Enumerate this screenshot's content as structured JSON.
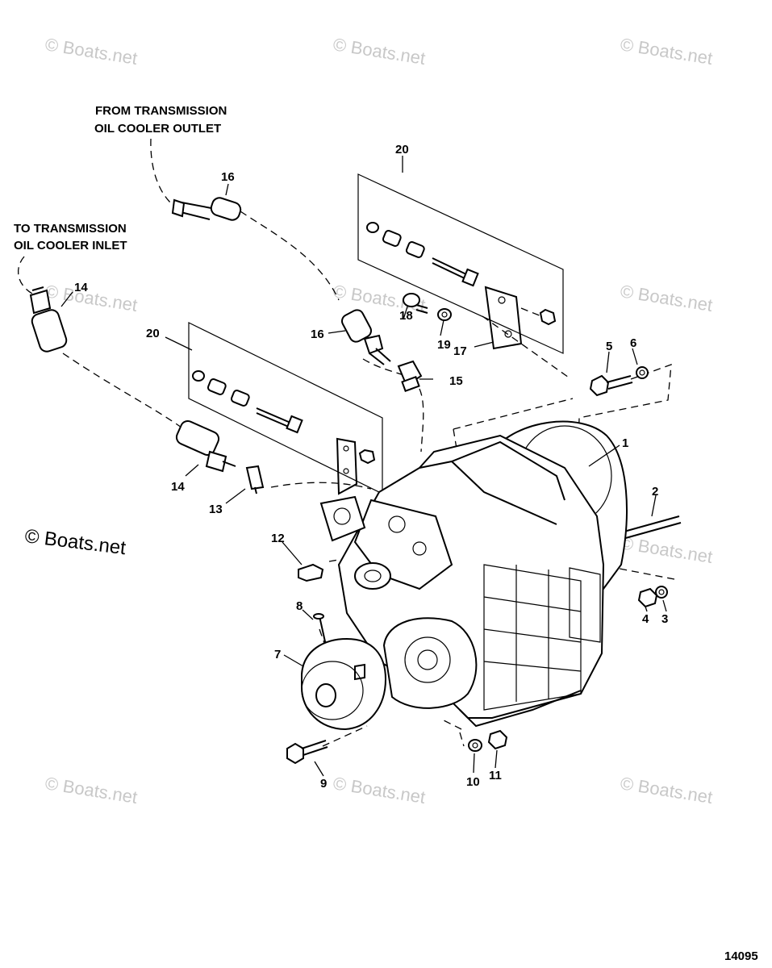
{
  "notes": {
    "from_outlet_line1": "FROM TRANSMISSION",
    "from_outlet_line2": "OIL COOLER OUTLET",
    "to_inlet_line1": "TO TRANSMISSION",
    "to_inlet_line2": "OIL COOLER INLET"
  },
  "callouts": {
    "c1": "1",
    "c2": "2",
    "c3": "3",
    "c4": "4",
    "c5": "5",
    "c6": "6",
    "c7": "7",
    "c8": "8",
    "c9": "9",
    "c10": "10",
    "c11": "11",
    "c12": "12",
    "c13": "13",
    "c14a": "14",
    "c14b": "14",
    "c15": "15",
    "c16a": "16",
    "c16b": "16",
    "c17": "17",
    "c18": "18",
    "c19": "19",
    "c20a": "20",
    "c20b": "20"
  },
  "watermarks": [
    "© Boats.net",
    "© Boats.net",
    "© Boats.net",
    "© Boats.net",
    "© Boats.net",
    "© Boats.net",
    "© Boats.net",
    "© Boats.net",
    "© Boats.net",
    "© Boats.net",
    "© Boats.net"
  ],
  "figure_number": "14095",
  "colors": {
    "ink": "#000000",
    "background": "#ffffff",
    "watermark": "#c8c8c8"
  }
}
